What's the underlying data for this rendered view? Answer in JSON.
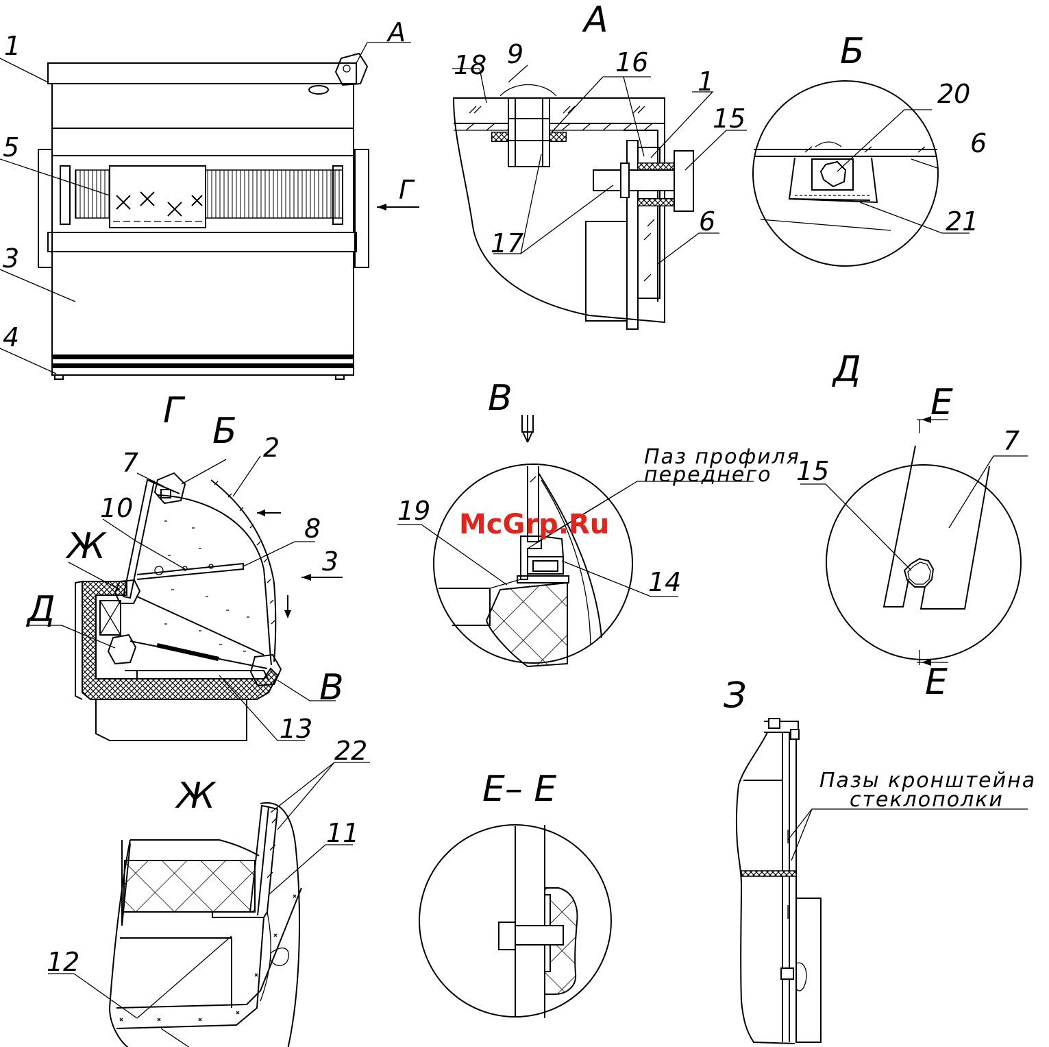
{
  "views": {
    "A": "А",
    "B_cyr": "Б",
    "V": "В",
    "G": "Г",
    "D": "Д",
    "ZH": "Ж",
    "Z": "З",
    "EE": "Е– Е",
    "E_top": "Е",
    "E_bottom": "Е"
  },
  "numbers": {
    "n1": "1",
    "n2": "2",
    "n3": "3",
    "n4": "4",
    "n5": "5",
    "n6": "6",
    "n7": "7",
    "n8": "8",
    "n9": "9",
    "n10": "10",
    "n11": "11",
    "n12": "12",
    "n13": "13",
    "n14": "14",
    "n15": "15",
    "n16": "16",
    "n17": "17",
    "n18": "18",
    "n19": "19",
    "n20": "20",
    "n21": "21",
    "n22": "22"
  },
  "notes": {
    "front_profile_groove_line1": "Паз профиля",
    "front_profile_groove_line2": "переднего",
    "shelf_bracket_grooves_line1": "Пазы кронштейна",
    "shelf_bracket_grooves_line2": "стеклополки"
  },
  "watermark": "McGrp.Ru"
}
